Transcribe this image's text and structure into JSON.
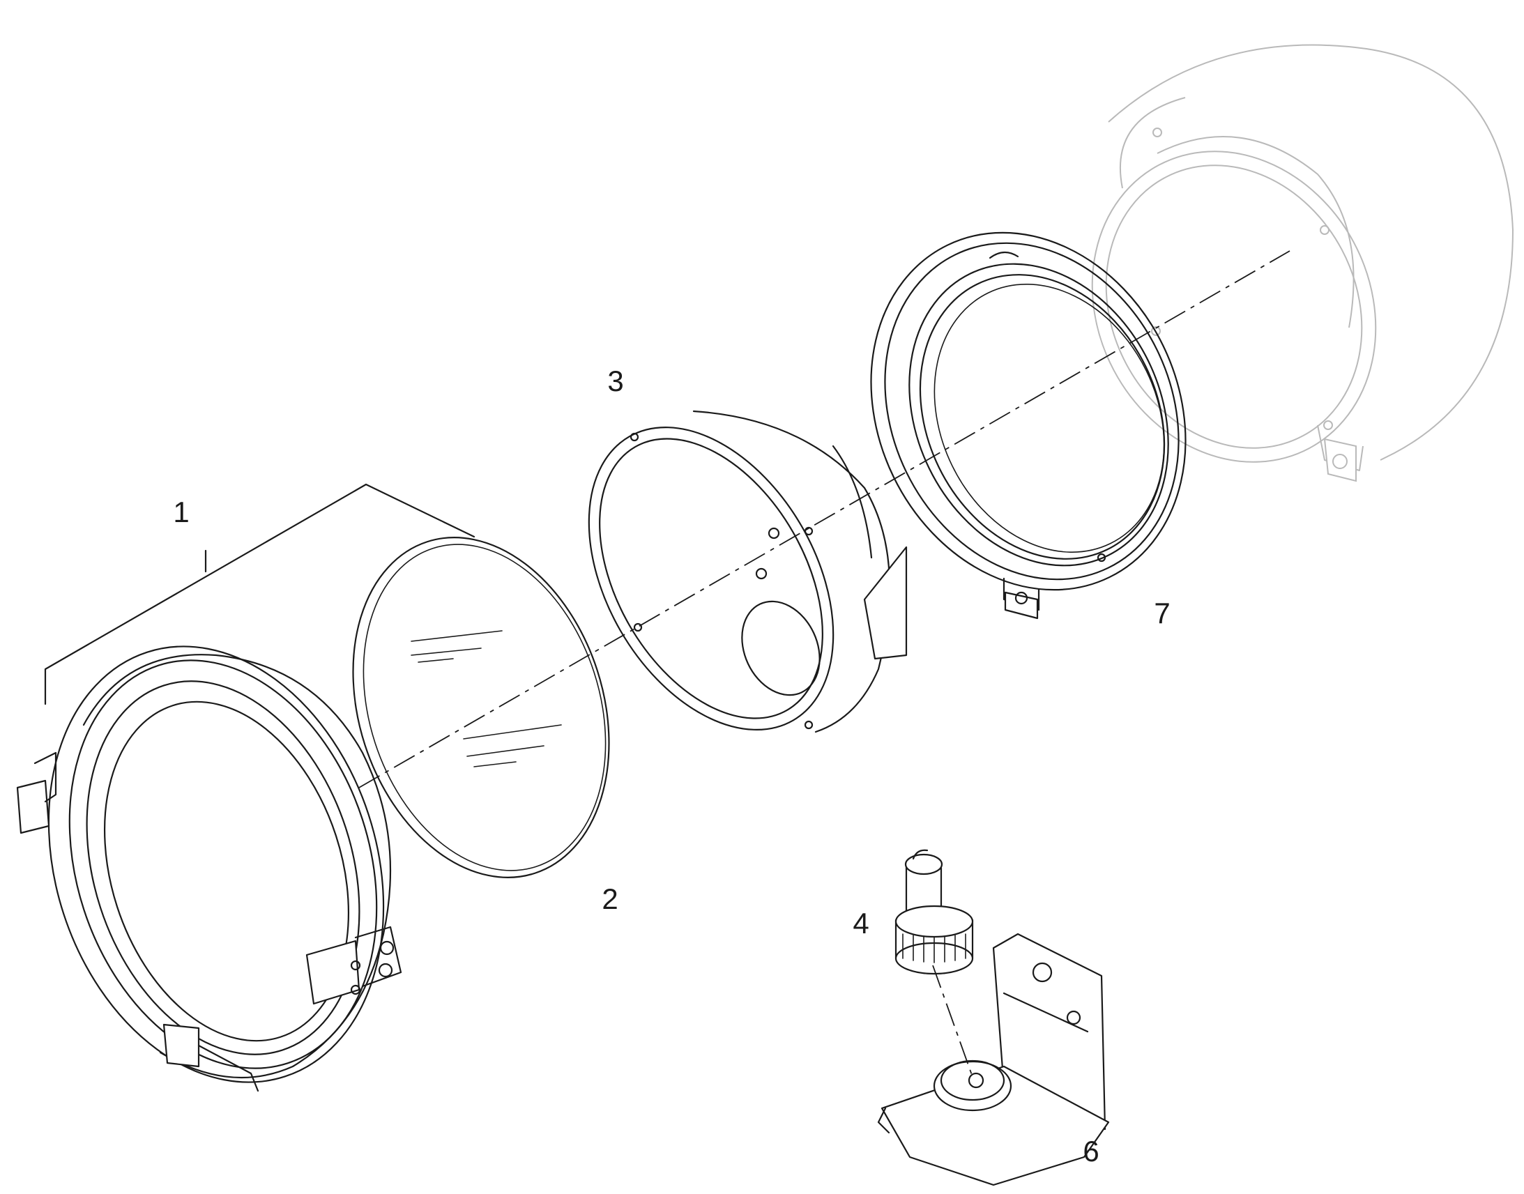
{
  "callouts": {
    "part_1": "1",
    "part_2": "2",
    "part_3": "3",
    "part_4": "4",
    "part_6": "6",
    "part_7": "7"
  },
  "colors": {
    "line": "#1a1a1a",
    "ghost": "#b9b9b9",
    "background": "#ffffff"
  }
}
